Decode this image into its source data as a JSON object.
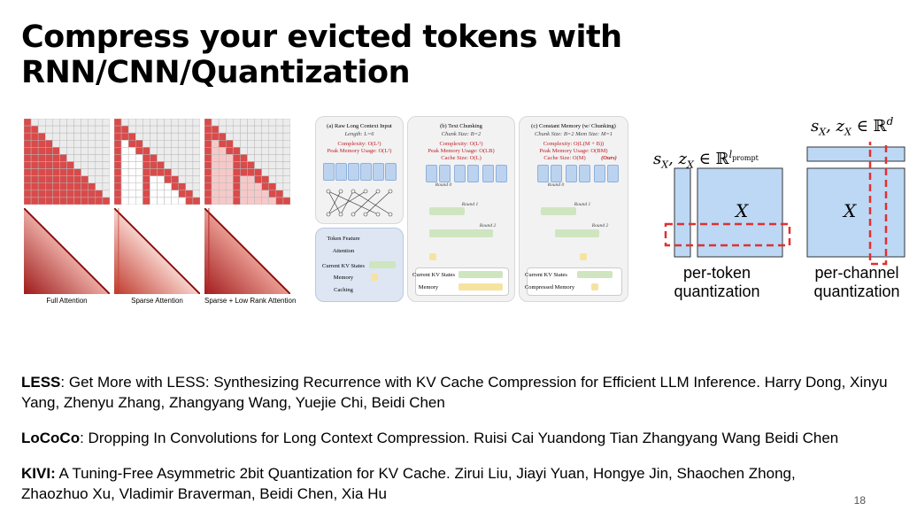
{
  "slide": {
    "title": "Compress your evicted tokens with RNN/CNN/Quantization",
    "page_number": "18"
  },
  "figure_attention": {
    "captions": [
      "Full Attention",
      "Sparse Attention",
      "Sparse + Low Rank Attention"
    ]
  },
  "figure_chunking": {
    "panel_a": {
      "title": "(a)   Raw Long Context Input",
      "subtitle": "Length: L=6",
      "complexity": "Complexity: O(L²)",
      "peak": "Peak Memory Usage: O(L²)"
    },
    "panel_b": {
      "title": "(b)   Text Chunking",
      "subtitle": "Chunk Size: B=2",
      "complexity": "Complexity: O(L²)",
      "peak": "Peak Memory Usage: O(LB)",
      "cache": "Cache Size: O(L)",
      "round0": "Round 0",
      "round1": "Round 1",
      "round2": "Round 2",
      "kv": "Current KV States",
      "memory": "Memory"
    },
    "panel_c": {
      "title": "(c)   Constant Memory (w/ Chunking)",
      "subtitle": "Chunk Size: B=2 Mem Size: M=1",
      "complexity": "Complexity: O(L(M + B))",
      "peak": "Peak Memory Usage: O(BM)",
      "cache": "Cache Size: O(M)",
      "ours": "(Ours)",
      "round0": "Round 0",
      "round1": "Round 1",
      "round2": "Round 2",
      "kv": "Current KV States",
      "memory": "Compressed Memory"
    },
    "legend": {
      "token": "Token Feature",
      "attention": "Attention",
      "kv": "Current KV States",
      "memory": "Memory",
      "caching": "Caching"
    }
  },
  "figure_quant": {
    "per_token_math": "sX, zX ∈ ℝ^lprompt",
    "per_channel_math": "sX, zX ∈ ℝ^d",
    "matrix_label": "X",
    "per_token_label": [
      "per-token",
      "quantization"
    ],
    "per_channel_label": [
      "per-channel",
      "quantization"
    ]
  },
  "references": [
    {
      "name": "LESS",
      "sep": ":",
      "text": " Get More with LESS: Synthesizing Recurrence with KV Cache Compression for Efficient LLM Inference. Harry Dong, Xinyu Yang, Zhenyu Zhang, Zhangyang Wang, Yuejie Chi, Beidi Chen"
    },
    {
      "name": "LoCoCo",
      "sep": ":",
      "text": " Dropping In Convolutions for Long Context Compression. Ruisi Cai Yuandong Tian Zhangyang Wang Beidi Chen"
    },
    {
      "name": "KIVI",
      "sep": ":",
      "text": " A Tuning-Free Asymmetric 2bit Quantization for KV Cache. Zirui Liu, Jiayi Yuan, Hongye Jin, Shaochen Zhong, Zhaozhuo Xu, Vladimir Braverman, Beidi Chen, Xia Hu"
    }
  ],
  "colors": {
    "attn_red": "#d94a4a",
    "attn_light": "#f6c9c9",
    "token_blue": "#bcd3f0",
    "dashed_red": "#e03030"
  }
}
